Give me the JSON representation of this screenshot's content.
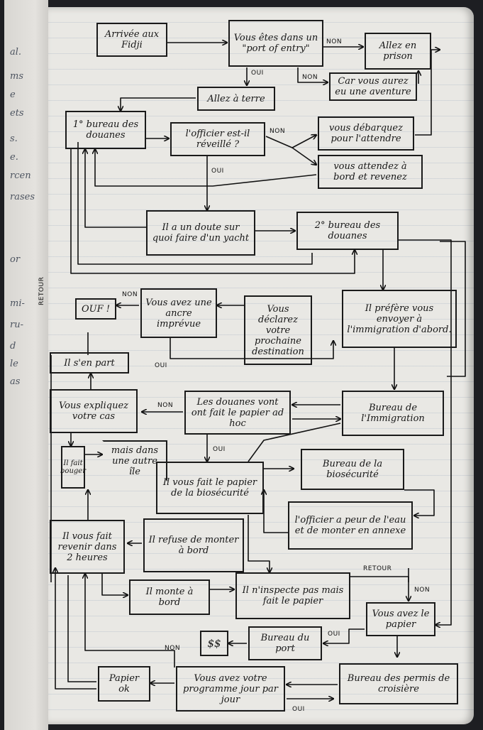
{
  "left_page_notes": [
    "al.",
    "ms",
    "e",
    "ets",
    "s.",
    "e.",
    "rcen",
    "rases",
    "or",
    "mi-",
    "ru-",
    "d",
    "le",
    "as"
  ],
  "nodes": {
    "arrivee": "Arrivée aux Fidji",
    "port_of_entry": "Vous êtes dans un \"port of entry\"",
    "prison": "Allez en prison",
    "car_ancre": "Car vous aurez eu une aventure",
    "allez_terre": "Allez à terre",
    "bureau1": "1° bureau des douanes",
    "officier_reveille": "l'officier est-il réveillé ?",
    "debarquez": "vous débarquez pour l'attendre",
    "attendez": "vous attendez à bord et revenez",
    "doute": "Il a un doute sur quoi faire d'un yacht",
    "bureau2": "2° bureau des douanes",
    "ouf": "OUF !",
    "ancre_imprevue": "Vous avez une ancre imprévue",
    "declarez_destination": "Vous déclarez votre prochaine destination",
    "immigration_bord": "Il préfère vous envoyer à l'immigration d'abord.",
    "sen_part": "Il s'en part",
    "expliquez": "Vous expliquez votre cas",
    "papier_ad_hoc": "Les douanes vont ont fait le papier ad hoc",
    "bureau_immigration": "Bureau de l'Immigration",
    "fait_bouger": "Il fait bouger",
    "autre_ile": "mais dans une autre île",
    "papier_biosecurite": "Il vous fait le papier de la biosécurité",
    "bureau_biosecurite": "Bureau de la biosécurité",
    "peur_eau": "l'officier a peur de l'eau et de monter en annexe",
    "revenir": "Il vous fait revenir dans 2 heures",
    "refuse": "Il refuse de monter à bord",
    "monte": "Il monte à bord",
    "inspecte": "Il n'inspecte pas mais fait le papier",
    "avez_papier": "Vous avez le papier",
    "dollars": "$$",
    "bureau_port": "Bureau du port",
    "papier_ok": "Papier ok",
    "programme": "Vous avez votre programme jour par jour",
    "permis_croisiere": "Bureau des permis de croisière"
  },
  "edge_labels": {
    "non1": "NON",
    "oui1": "OUI",
    "non2": "NON",
    "non3": "NON",
    "oui2": "OUI",
    "non4": "NON",
    "oui3": "OUI",
    "non5": "NON",
    "oui4": "OUI",
    "retour1": "RETOUR",
    "retour2": "RETOUR",
    "non6": "NON",
    "oui5": "OUI",
    "non7": "NON",
    "oui6": "OUI"
  }
}
